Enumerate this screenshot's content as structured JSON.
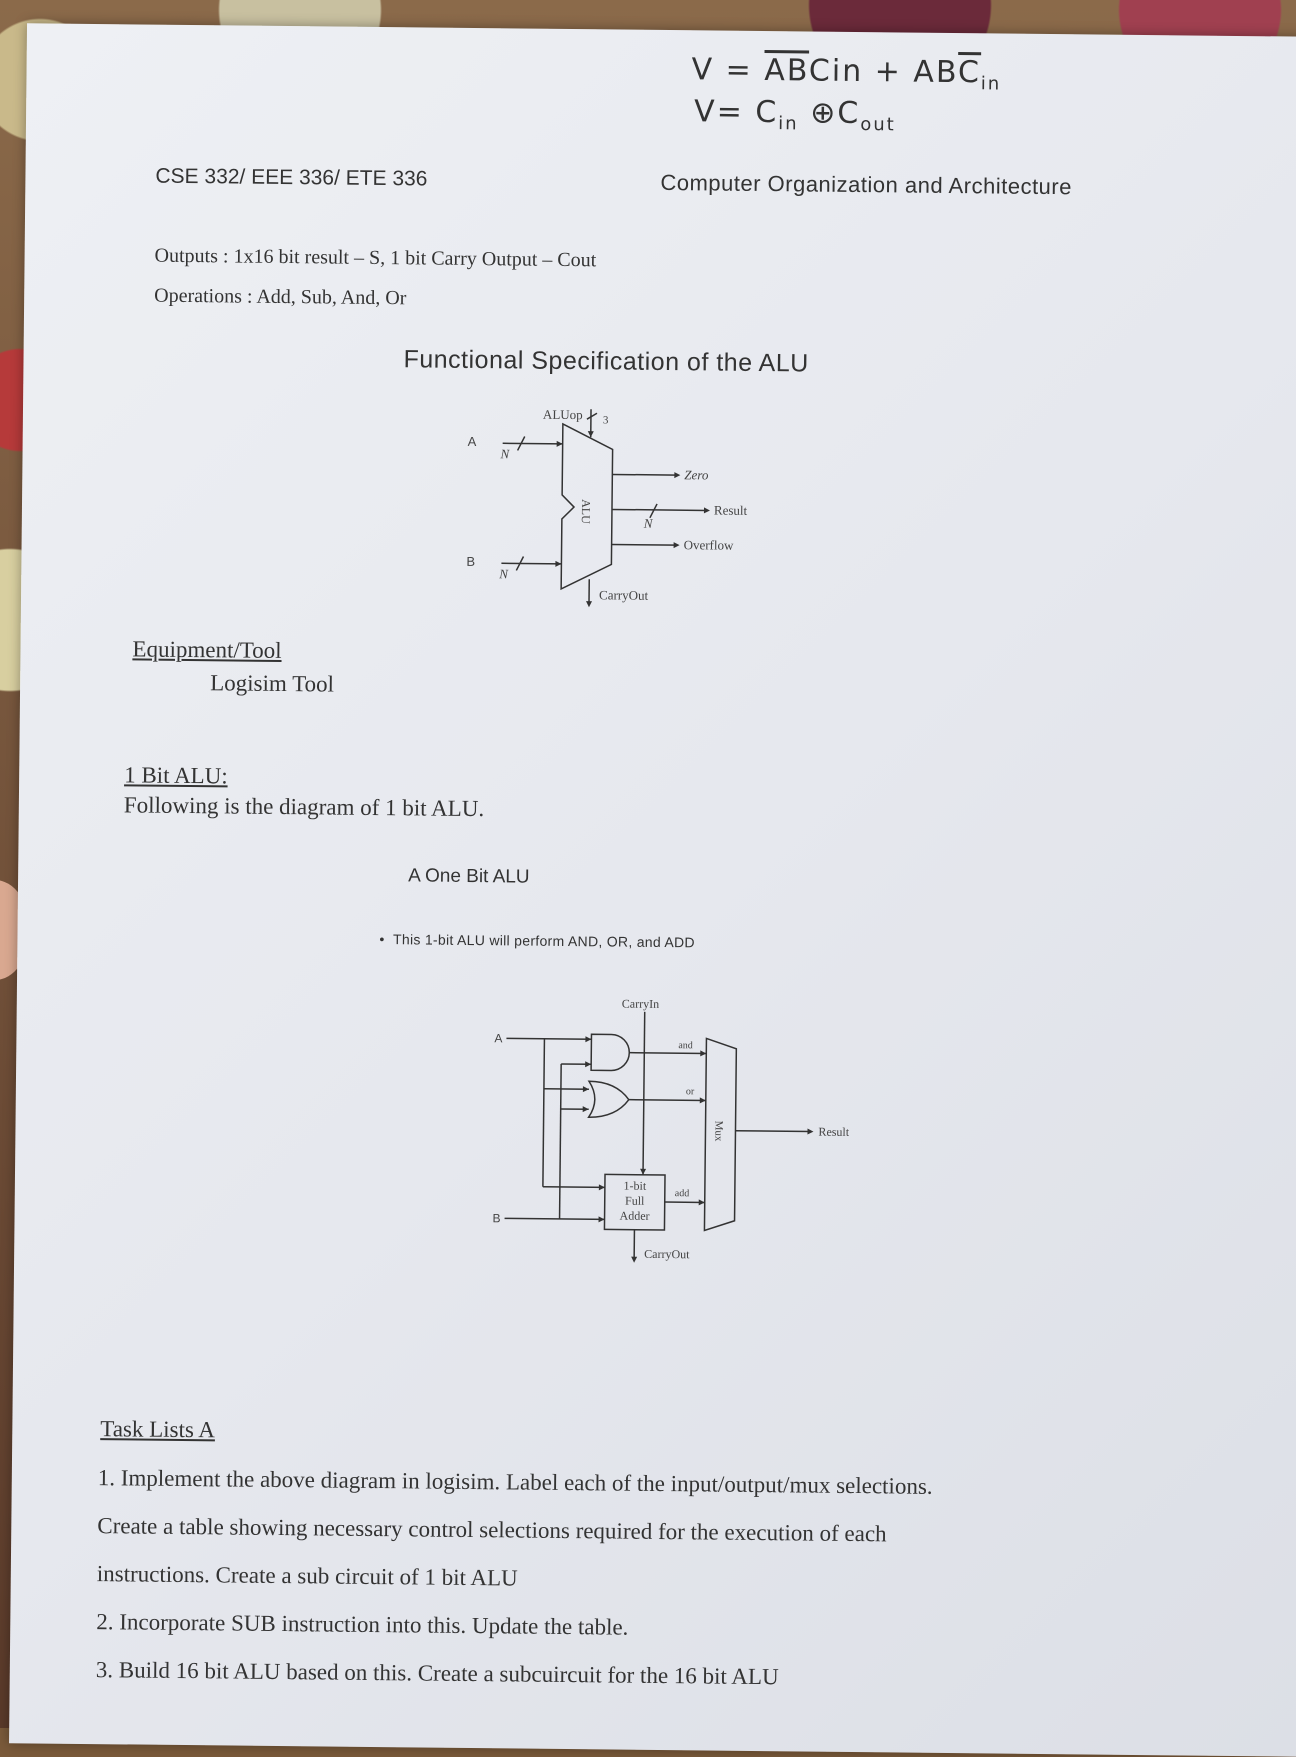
{
  "handwritten": {
    "line1_prefix": "V = ",
    "line1_term1_bar": "AB",
    "line1_term1_rest": "Cin",
    "line1_plus": " + AB",
    "line1_term2_bar": "C",
    "line1_term2_sub": "in",
    "line2_prefix": "V= C",
    "line2_sub1": "in",
    "line2_xor": "⊕",
    "line2_cout": "C",
    "line2_sub2": "out"
  },
  "header": {
    "course_codes": "CSE 332/ EEE 336/ ETE 336",
    "course_title": "Computer Organization and Architecture"
  },
  "specs": {
    "outputs": "Outputs : 1x16 bit result – S, 1 bit Carry Output – Cout",
    "operations": "Operations : Add, Sub, And, Or"
  },
  "functional_spec": {
    "title": "Functional Specification of the ALU",
    "diagram": {
      "aluop": "ALUop",
      "aluop_width": "3",
      "input_a": "A",
      "input_b": "B",
      "width_n": "N",
      "alu_label": "ALU",
      "out_zero": "Zero",
      "out_result": "Result",
      "out_overflow": "Overflow",
      "carry_out": "CarryOut"
    }
  },
  "equipment": {
    "heading": "Equipment/Tool",
    "tool": "Logisim Tool"
  },
  "one_bit": {
    "heading": "1 Bit ALU:",
    "intro": "Following is the diagram of 1 bit ALU.",
    "diagram_title": "A One Bit ALU",
    "bullet": "This 1-bit ALU will perform AND, OR, and ADD",
    "diagram": {
      "carry_in": "CarryIn",
      "input_a": "A",
      "input_b": "B",
      "and_label": "and",
      "or_label": "or",
      "add_label": "add",
      "adder_l1": "1-bit",
      "adder_l2": "Full",
      "adder_l3": "Adder",
      "mux_label": "Mux",
      "result": "Result",
      "carry_out": "CarryOut"
    }
  },
  "tasks": {
    "heading": "Task Lists A",
    "lines": [
      "1. Implement the above diagram in logisim. Label each of the input/output/mux selections.",
      "Create a table showing necessary control selections required for the execution of each",
      "instructions. Create a sub circuit of 1 bit ALU",
      "2. Incorporate SUB instruction into this. Update the table.",
      "3. Build 16 bit ALU based on this. Create a subcuircuit for the 16 bit ALU"
    ]
  }
}
